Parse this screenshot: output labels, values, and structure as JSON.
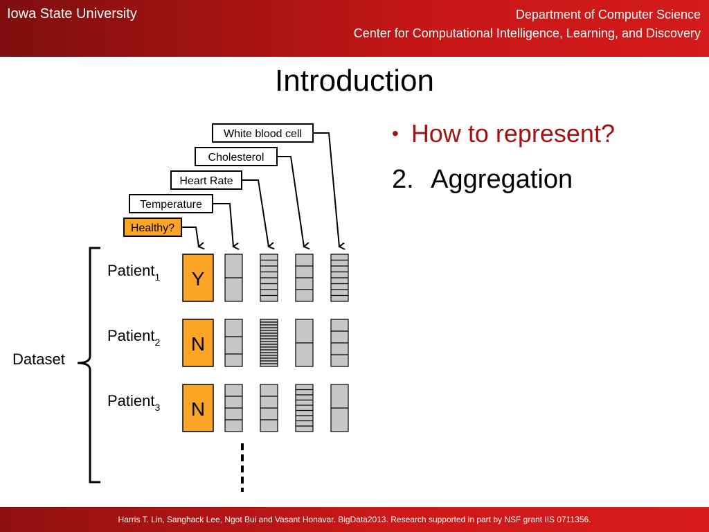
{
  "header": {
    "university": "Iowa State University",
    "department": "Department of Computer Science",
    "center": "Center for Computational Intelligence, Learning, and Discovery"
  },
  "slide": {
    "title": "Introduction",
    "bullet": "How to represent?",
    "numbered_index": "2.",
    "numbered_text": "Aggregation"
  },
  "diagram": {
    "labels": {
      "white_blood_cell": "White blood cell",
      "cholesterol": "Cholesterol",
      "heart_rate": "Heart Rate",
      "temperature": "Temperature",
      "healthy": "Healthy?"
    },
    "dataset_label": "Dataset",
    "patients": [
      {
        "name": "Patient",
        "sub": "1",
        "healthy": "Y"
      },
      {
        "name": "Patient",
        "sub": "2",
        "healthy": "N"
      },
      {
        "name": "Patient",
        "sub": "3",
        "healthy": "N"
      }
    ],
    "colors": {
      "healthy_fill": "#fba526",
      "cell_fill": "#c7c7c7"
    }
  },
  "footer": {
    "credit": "Harris T. Lin, Sanghack Lee, Ngot Bui and Vasant Honavar. BigData2013. Research supported in part by NSF grant  IIS  0711356."
  }
}
